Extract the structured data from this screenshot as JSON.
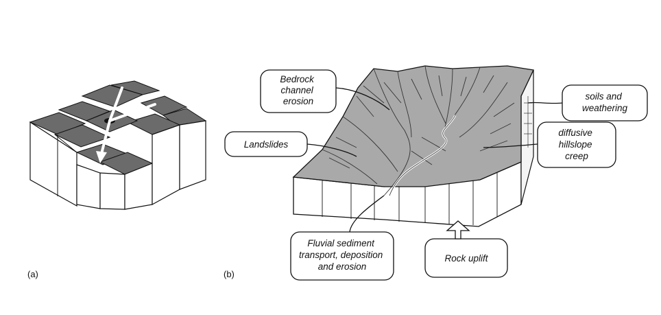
{
  "panel_a": {
    "label": "(a)"
  },
  "panel_b": {
    "label": "(b)",
    "callouts": {
      "bedrock": [
        "Bedrock",
        "channel",
        "erosion"
      ],
      "landslides": [
        "Landslides"
      ],
      "soils": [
        "soils and",
        "weathering"
      ],
      "creep": [
        "diffusive",
        "hillslope",
        "creep"
      ],
      "fluvial": [
        "Fluvial sediment",
        "transport, deposition",
        "and erosion"
      ],
      "uplift": [
        "Rock uplift"
      ]
    }
  },
  "colors": {
    "column_top": "#6b6b6b",
    "terrain": "#a9a9a9",
    "outline": "#111111"
  }
}
